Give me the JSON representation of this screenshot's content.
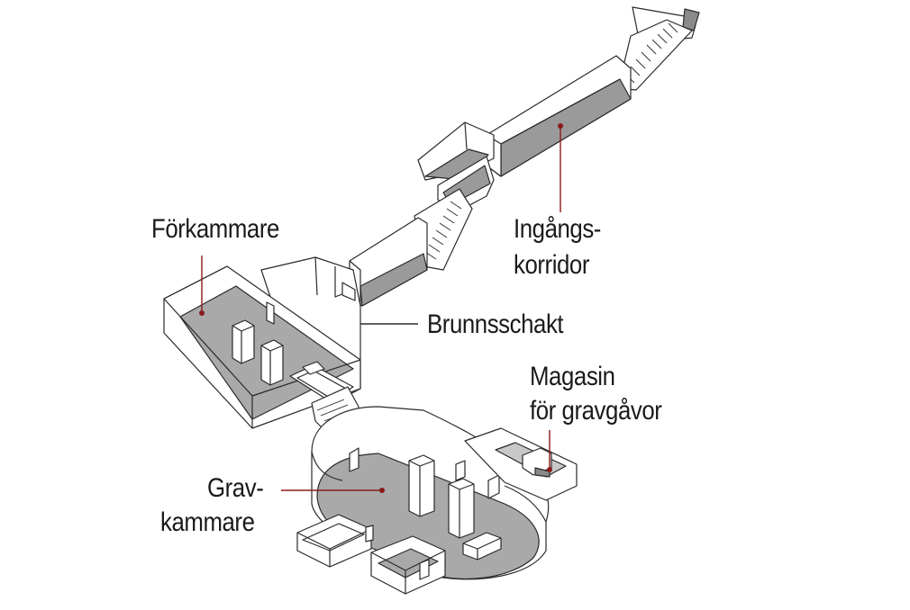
{
  "labels": {
    "forkammare": "Förkammare",
    "ingang_line1": "Ingångs-",
    "ingang_line2": "korridor",
    "brunnsschakt": "Brunnsschakt",
    "magasin_line1": "Magasin",
    "magasin_line2": "för gravgåvor",
    "grav_line1": "Grav-",
    "grav_line2": "kammare"
  },
  "colors": {
    "line": "#2a2a2a",
    "floor": "#a9a9a9",
    "wall": "#ffffff",
    "leader": "#8b1a1a"
  }
}
